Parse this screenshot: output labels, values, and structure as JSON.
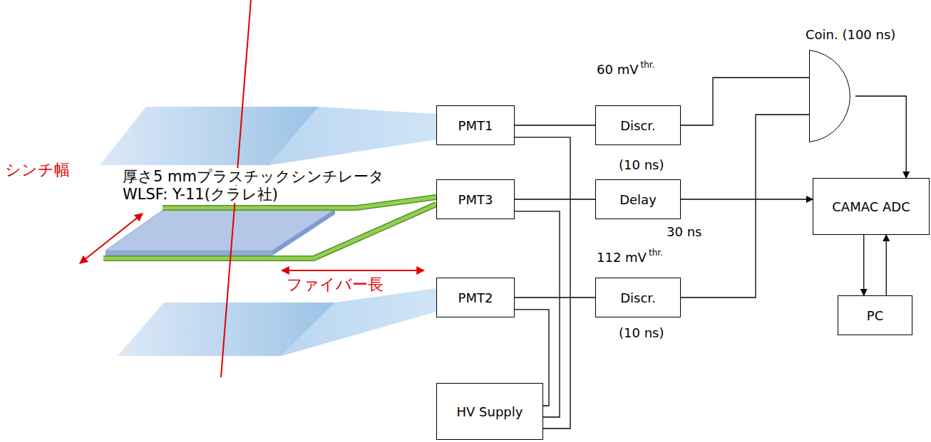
{
  "diagram": {
    "nodes": [
      {
        "text": [
          "PMT1"
        ]
      },
      {
        "text": [
          "Discr."
        ]
      },
      {
        "text": [
          "Coin. (100 ns)"
        ]
      },
      {
        "text": [
          "PMT3"
        ]
      },
      {
        "text": [
          "Delay"
        ]
      },
      {
        "text": [
          "CAMAC ADC"
        ]
      },
      {
        "text": [
          "PMT2"
        ]
      },
      {
        "text": [
          "Discr."
        ]
      },
      {
        "text": [
          "PC"
        ]
      },
      {
        "text": [
          "HV Supply"
        ]
      }
    ],
    "edges": [
      {
        "from": 0,
        "to": 1,
        "arrow": "none"
      },
      {
        "from": 1,
        "to": 2,
        "arrow": "none"
      },
      {
        "from": 7,
        "to": 2,
        "arrow": "none"
      },
      {
        "from": 2,
        "to": 5,
        "arrow": "to"
      },
      {
        "from": 3,
        "to": 4,
        "arrow": "none"
      },
      {
        "from": 4,
        "to": 5,
        "arrow": "to"
      },
      {
        "from": 5,
        "to": 8,
        "arrow": "to"
      },
      {
        "from": 8,
        "to": 5,
        "arrow": "to"
      },
      {
        "from": 6,
        "to": 7,
        "arrow": "none"
      },
      {
        "from": 9,
        "to": 0,
        "arrow": "none"
      },
      {
        "from": 9,
        "to": 3,
        "arrow": "none"
      },
      {
        "from": 9,
        "to": 6,
        "arrow": "none"
      }
    ],
    "labels": [
      "60 mV",
      "thr.",
      "(10 ns)",
      "30 ns",
      "112 mV",
      "thr.",
      "(10 ns)",
      "厚さ5 mmプラスチックシンチレータ",
      "WLSF: Y-11(クラレ社)",
      "シンチ幅",
      "ファイバー長"
    ]
  }
}
